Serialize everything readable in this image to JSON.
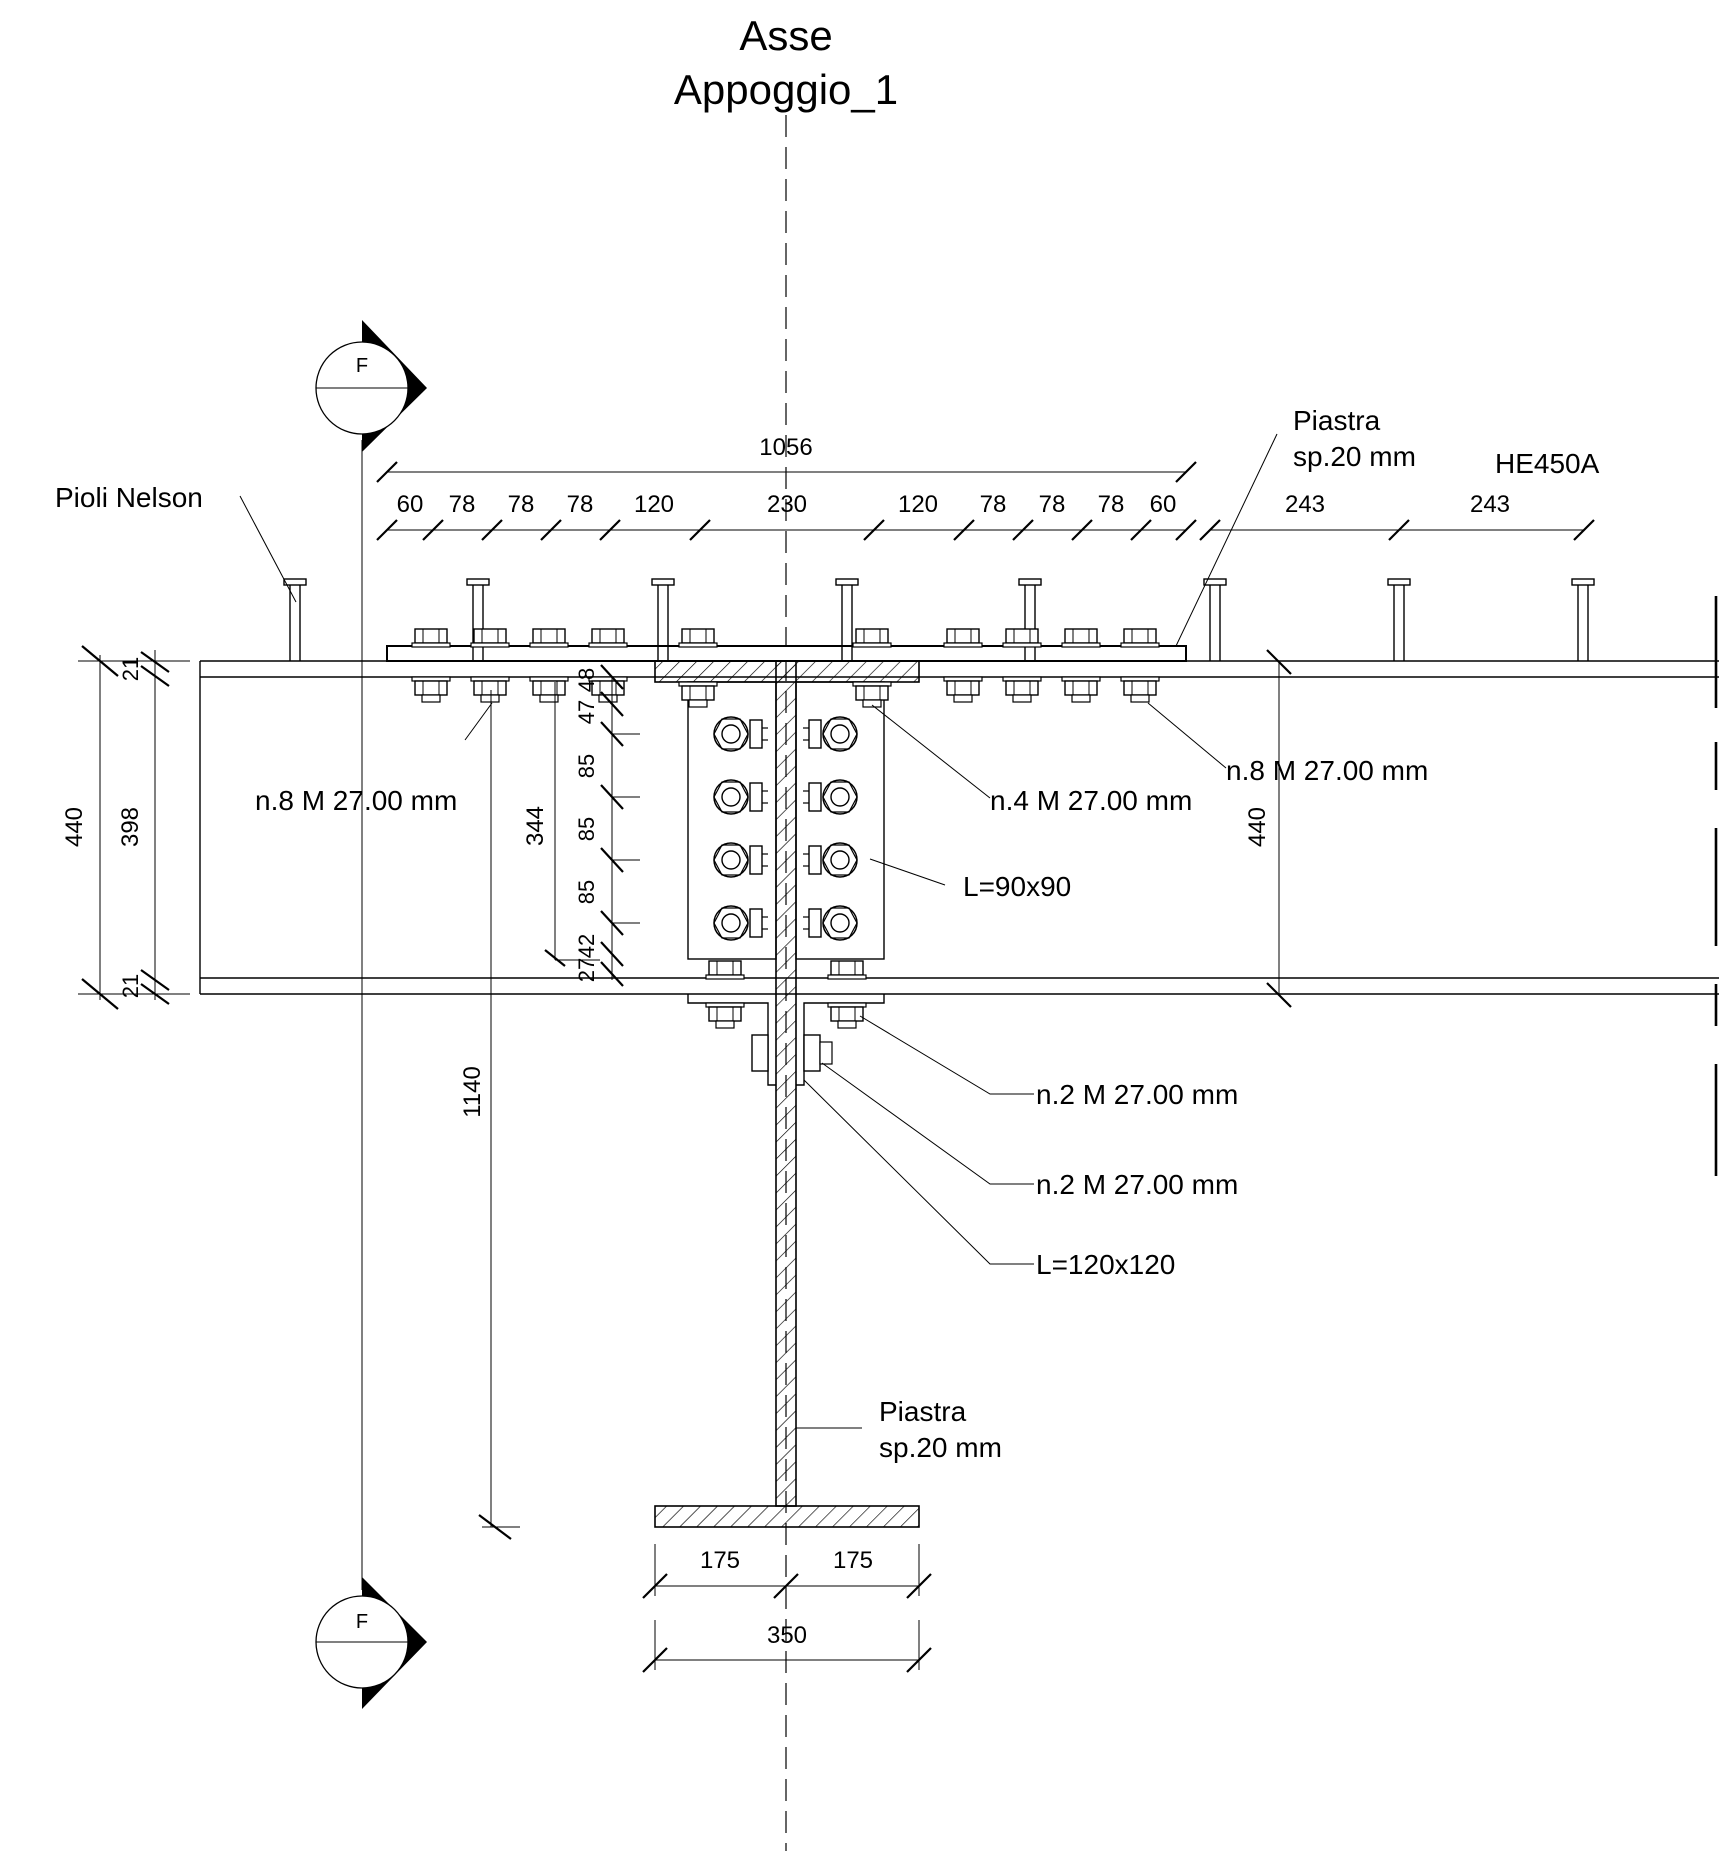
{
  "drawing": {
    "title_line1": "Asse",
    "title_line2": "Appoggio_1",
    "section_marker": "F",
    "labels": {
      "pioli": "Pioli Nelson",
      "piastra_top_1": "Piastra",
      "piastra_top_2": "sp.20 mm",
      "profile": "HE450A",
      "bolts_left": "n.8 M 27.00 mm",
      "bolts_right": "n.8 M 27.00 mm",
      "bolts_center": "n.4 M 27.00 mm",
      "angle_small": "L=90x90",
      "bolts_bottom_1": "n.2 M 27.00 mm",
      "bolts_bottom_2": "n.2 M 27.00 mm",
      "angle_large": "L=120x120",
      "piastra_web_1": "Piastra",
      "piastra_web_2": "sp.20 mm"
    },
    "dims": {
      "overall_top": "1056",
      "top_chain": [
        "60",
        "78",
        "78",
        "78",
        "120",
        "230",
        "120",
        "78",
        "78",
        "78",
        "60"
      ],
      "right_chain": [
        "243",
        "243"
      ],
      "left_outer": "440",
      "left_inner": "398",
      "flange_top": "21",
      "flange_bottom": "21",
      "bolt_chain": [
        "48",
        "47",
        "85",
        "85",
        "85",
        "42",
        "27"
      ],
      "bolt_total": "344",
      "right_height": "440",
      "depth": "1140",
      "bottom_half_left": "175",
      "bottom_half_right": "175",
      "bottom_total": "350"
    }
  }
}
